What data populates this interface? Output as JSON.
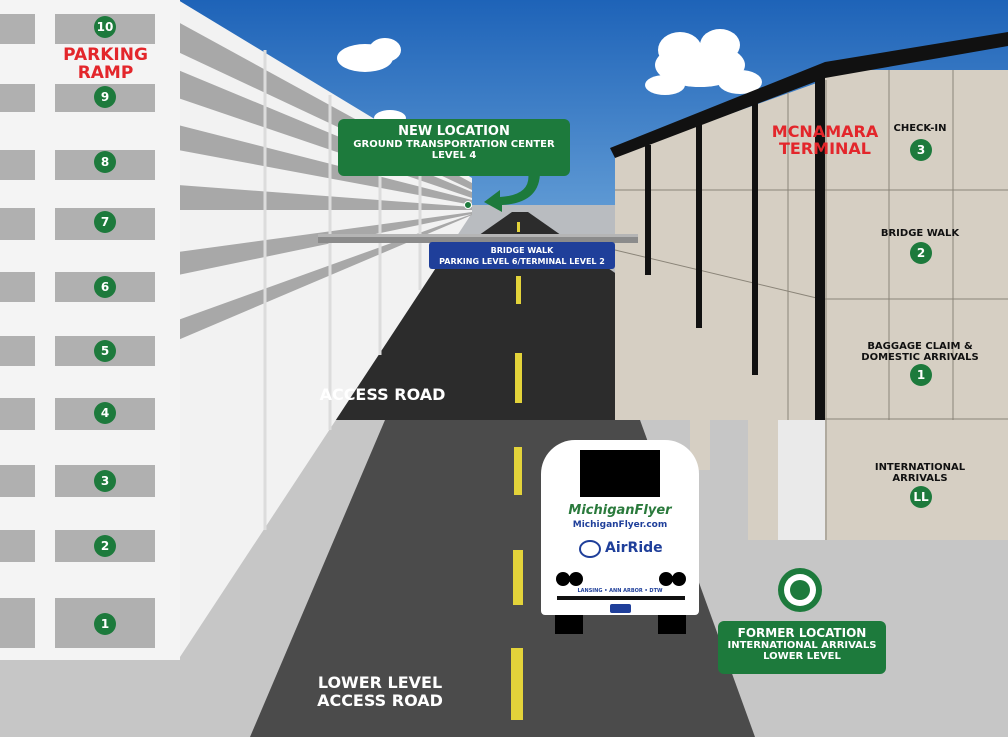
{
  "parking": {
    "title_line1": "PARKING",
    "title_line2": "RAMP",
    "levels": [
      "10",
      "9",
      "8",
      "7",
      "6",
      "5",
      "4",
      "3",
      "2",
      "1"
    ]
  },
  "new_location": {
    "line1": "NEW LOCATION",
    "line2": "GROUND TRANSPORTATION CENTER",
    "line3": "LEVEL 4"
  },
  "bridge_sign": {
    "line1": "BRIDGE WALK",
    "line2": "PARKING LEVEL 6/TERMINAL LEVEL 2"
  },
  "terminal": {
    "title_line1": "MCNAMARA",
    "title_line2": "TERMINAL",
    "levels": [
      {
        "label": "CHECK-IN",
        "num": "3"
      },
      {
        "label": "BRIDGE WALK",
        "num": "2"
      },
      {
        "label": "BAGGAGE CLAIM &\nDOMESTIC ARRIVALS",
        "num": "1"
      },
      {
        "label": "INTERNATIONAL\nARRIVALS",
        "num": "LL"
      }
    ]
  },
  "roads": {
    "upper": "ACCESS ROAD",
    "lower_line1": "LOWER LEVEL",
    "lower_line2": "ACCESS ROAD"
  },
  "bus": {
    "brand": "MichiganFlyer",
    "website": "MichiganFlyer.com",
    "service": "AirRide",
    "route": "LANSING • ANN ARBOR • DTW"
  },
  "former_location": {
    "line1": "FORMER LOCATION",
    "line2": "INTERNATIONAL ARRIVALS",
    "line3": "LOWER LEVEL"
  },
  "colors": {
    "green": "#1d7a3c",
    "red": "#e3262b",
    "blue": "#1f3f9a"
  }
}
